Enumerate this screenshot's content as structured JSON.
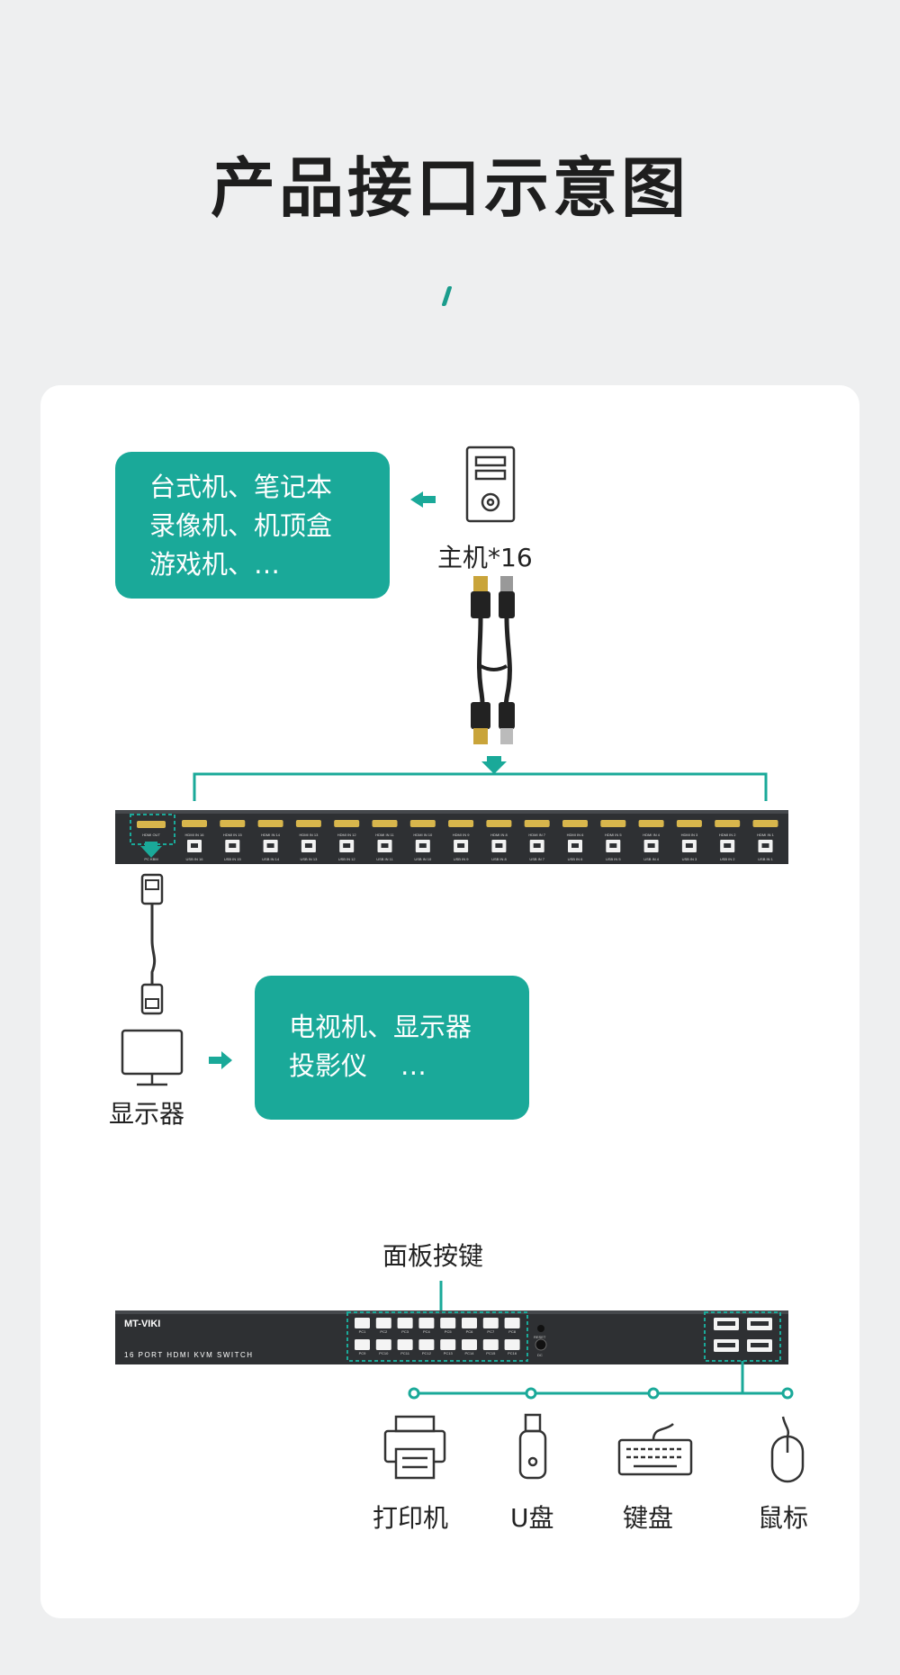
{
  "page": {
    "title": "产品接口示意图"
  },
  "hosts": {
    "box_lines": [
      "台式机、笔记本",
      "录像机、机顶盒",
      "游戏机、…"
    ],
    "label": "主机*16"
  },
  "rear_panel": {
    "hdmi_out": "HDMI OUT",
    "usb_out": "PC KBM",
    "hdmi_ports": [
      "HDMI IN 16",
      "HDMI IN 15",
      "HDMI IN 14",
      "HDMI IN 13",
      "HDMI IN 12",
      "HDMI IN 11",
      "HDMI IN 10",
      "HDMI IN 9",
      "HDMI IN 8",
      "HDMI IN 7",
      "HDMI IN 6",
      "HDMI IN 5",
      "HDMI IN 4",
      "HDMI IN 3",
      "HDMI IN 2",
      "HDMI IN 1"
    ],
    "usb_ports": [
      "USB IN 16",
      "USB IN 15",
      "USB IN 14",
      "USB IN 13",
      "USB IN 12",
      "USB IN 11",
      "USB IN 10",
      "USB IN 9",
      "USB IN 8",
      "USB IN 7",
      "USB IN 6",
      "USB IN 5",
      "USB IN 4",
      "USB IN 3",
      "USB IN 2",
      "USB IN 1"
    ]
  },
  "display": {
    "label": "显示器",
    "box_lines": [
      "电视机、显示器",
      "投影仪    …"
    ]
  },
  "front_panel": {
    "label": "面板按键",
    "brand": "MT-VIKI",
    "model": "16 PORT HDMI KVM SWITCH",
    "button_labels_top": [
      "PC1",
      "PC2",
      "PC3",
      "PC4",
      "PC5",
      "PC6",
      "PC7",
      "PC8"
    ],
    "button_labels_bottom": [
      "PC9",
      "PC10",
      "PC11",
      "PC12",
      "PC13",
      "PC14",
      "PC15",
      "PC16"
    ],
    "reset": "RESET",
    "dc": "DC"
  },
  "peripherals": [
    "打印机",
    "U盘",
    "键盘",
    "鼠标"
  ],
  "colors": {
    "accent": "#1aa999",
    "line": "#1a9c8c",
    "device": "#2e3033"
  }
}
